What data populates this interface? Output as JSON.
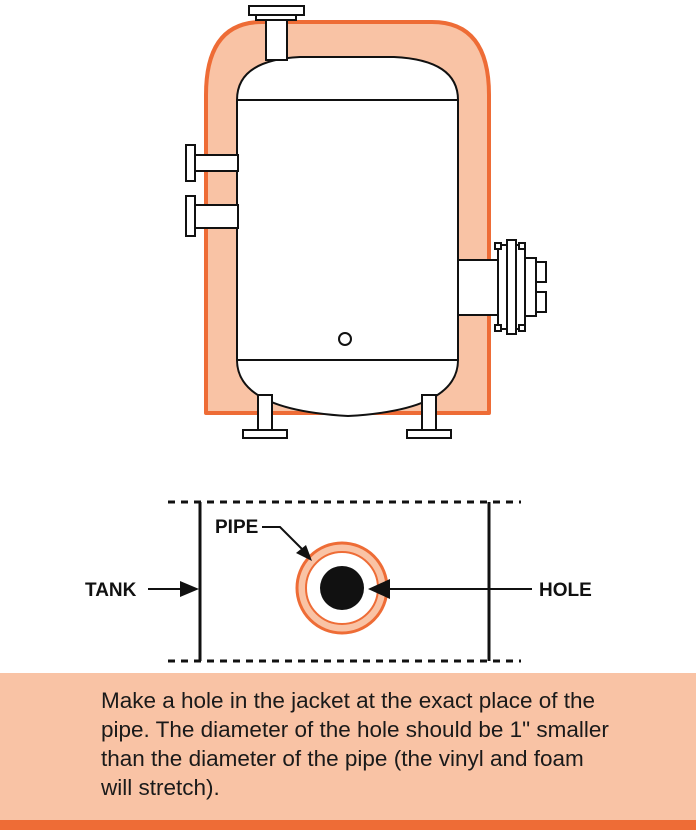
{
  "colors": {
    "jacket_fill": "#f9c3a5",
    "jacket_edge": "#ee6c36",
    "line": "#111111",
    "note_background": "#f9c3a5",
    "note_bar": "#ee6c36"
  },
  "detail_labels": {
    "pipe": "PIPE",
    "tank": "TANK",
    "hole": "HOLE"
  },
  "note": {
    "text": "Make a hole in the jacket at the exact place of the pipe. The diameter of the hole should be 1\" smaller than the diameter of the pipe (the vinyl and foam will stretch)."
  }
}
